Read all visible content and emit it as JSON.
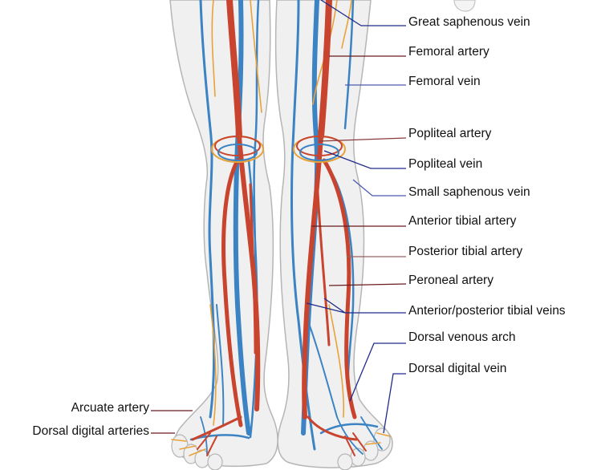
{
  "labels": {
    "great_saphenous_vein": "Great saphenous vein",
    "femoral_artery": "Femoral artery",
    "femoral_vein": "Femoral vein",
    "popliteal_artery": "Popliteal artery",
    "popliteal_vein": "Popliteal vein",
    "small_saphenous_vein": "Small saphenous vein",
    "anterior_tibial_artery": "Anterior tibial artery",
    "posterior_tibial_artery": "Posterior tibial artery",
    "peroneal_artery": "Peroneal artery",
    "anterior_posterior_tibial_veins": "Anterior/posterior tibial veins",
    "dorsal_venous_arch": "Dorsal venous arch",
    "dorsal_digital_vein": "Dorsal digital vein",
    "arcuate_artery": "Arcuate artery",
    "dorsal_digital_arteries": "Dorsal digital arteries"
  },
  "colors": {
    "artery": "#c8442e",
    "vein": "#3b83c3",
    "nerve": "#e8a23a",
    "skin": "#f0f0f0",
    "outline": "#b8b8b8",
    "leader_artery": "#6a1b1b",
    "leader_vein": "#1f2c8a"
  }
}
